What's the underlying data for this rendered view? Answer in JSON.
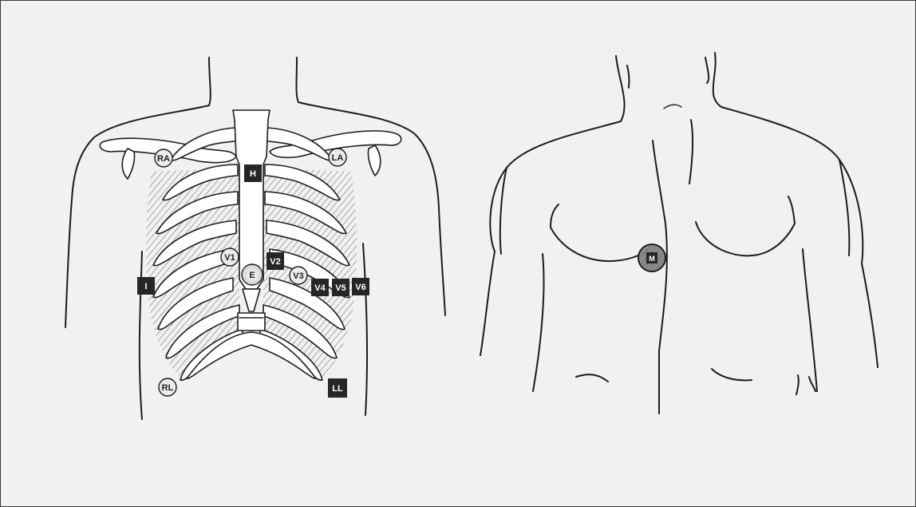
{
  "front_view": {
    "electrodes": {
      "ra": "RA",
      "la": "LA",
      "h": "H",
      "v1": "V1",
      "v2": "V2",
      "e": "E",
      "v3": "V3",
      "v4": "V4",
      "v5": "V5",
      "v6": "V6",
      "i": "I",
      "rl": "RL",
      "ll": "LL"
    }
  },
  "back_view": {
    "electrodes": {
      "m": "M"
    }
  },
  "colors": {
    "square_electrode": "#262626",
    "round_electrode": "#ececec",
    "shaded_electrode": "#8a8a8a",
    "background": "#f1f1ef"
  }
}
